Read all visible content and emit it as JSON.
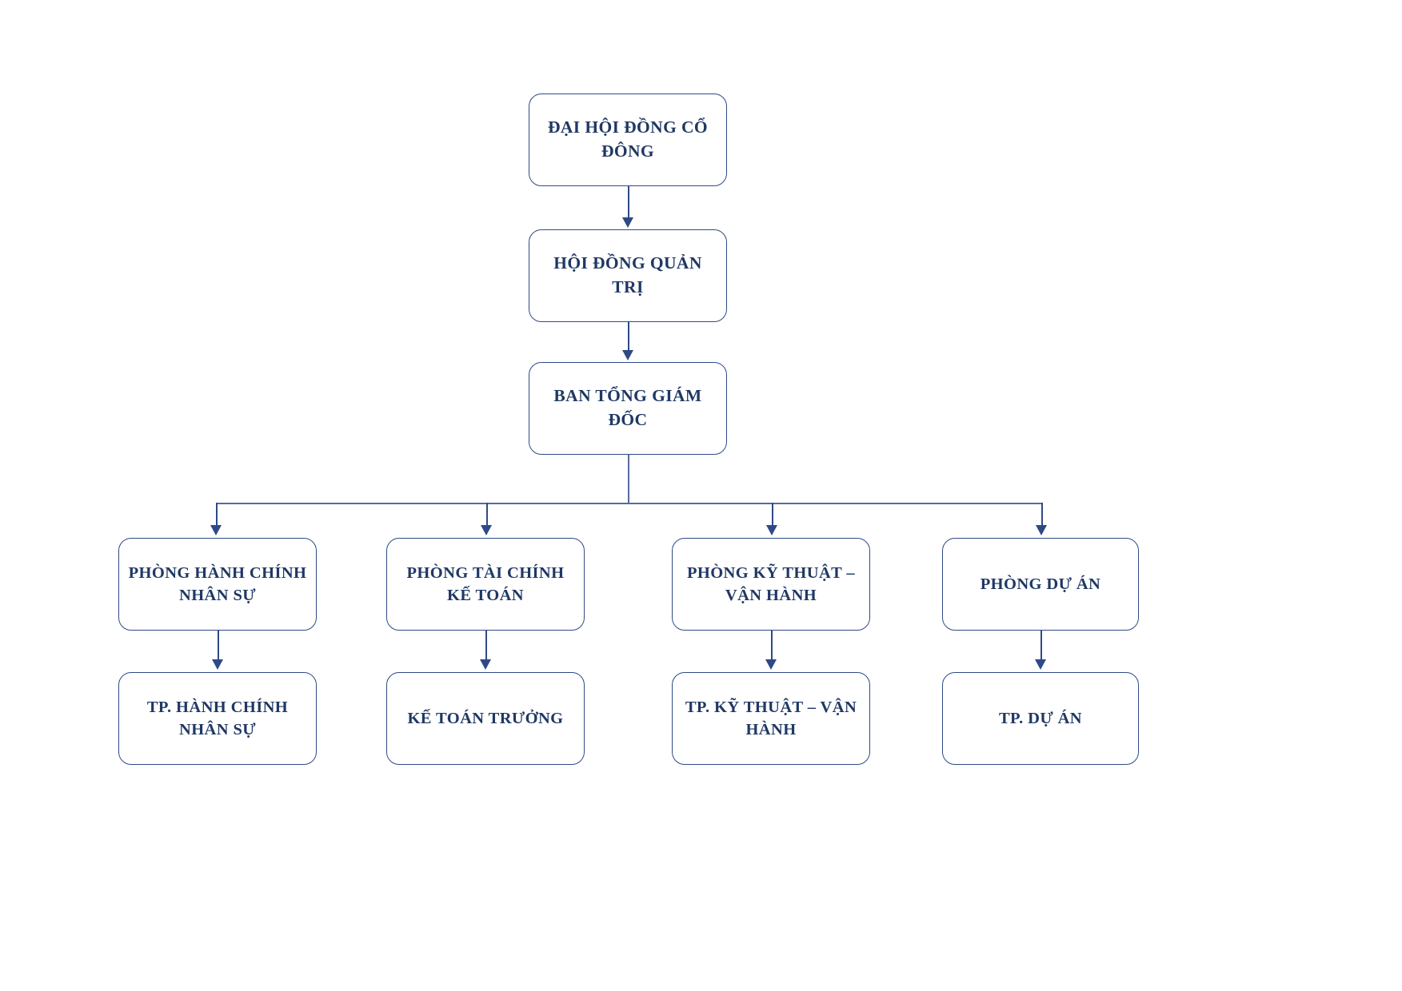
{
  "diagram": {
    "type": "org-chart",
    "title": "",
    "orientation": "top-down",
    "colors": {
      "text": "#1F3864",
      "border": "#2E4A86",
      "connector": "#2E4A86",
      "background": "#FFFFFF"
    },
    "levels": [
      {
        "level": 1,
        "nodes": [
          {
            "id": "dhdcd",
            "label": "ĐẠI HỘI ĐỒNG CỔ ĐÔNG"
          }
        ]
      },
      {
        "level": 2,
        "nodes": [
          {
            "id": "hdqt",
            "label": "HỘI ĐỒNG QUẢN TRỊ"
          }
        ]
      },
      {
        "level": 3,
        "nodes": [
          {
            "id": "btgd",
            "label": "BAN TỔNG GIÁM ĐỐC"
          }
        ]
      },
      {
        "level": 4,
        "nodes": [
          {
            "id": "phong_hcns",
            "label": "PHÒNG HÀNH CHÍNH NHÂN SỰ"
          },
          {
            "id": "phong_tckt",
            "label": "PHÒNG TÀI CHÍNH KẾ TOÁN"
          },
          {
            "id": "phong_ktvh",
            "label": "PHÒNG KỸ THUẬT – VẬN HÀNH"
          },
          {
            "id": "phong_da",
            "label": "PHÒNG DỰ ÁN"
          }
        ]
      },
      {
        "level": 5,
        "nodes": [
          {
            "id": "tp_hcns",
            "label": "TP. HÀNH CHÍNH NHÂN SỰ"
          },
          {
            "id": "ktt",
            "label": "KẾ TOÁN TRƯỞNG"
          },
          {
            "id": "tp_ktvh",
            "label": "TP. KỸ THUẬT – VẬN HÀNH"
          },
          {
            "id": "tp_da",
            "label": "TP. DỰ ÁN"
          }
        ]
      }
    ],
    "edges": [
      {
        "from": "dhdcd",
        "to": "hdqt",
        "arrow": true
      },
      {
        "from": "hdqt",
        "to": "btgd",
        "arrow": true
      },
      {
        "from": "btgd",
        "to": "phong_hcns",
        "arrow": true
      },
      {
        "from": "btgd",
        "to": "phong_tckt",
        "arrow": true
      },
      {
        "from": "btgd",
        "to": "phong_ktvh",
        "arrow": true
      },
      {
        "from": "btgd",
        "to": "phong_da",
        "arrow": true
      },
      {
        "from": "phong_hcns",
        "to": "tp_hcns",
        "arrow": true
      },
      {
        "from": "phong_tckt",
        "to": "ktt",
        "arrow": true
      },
      {
        "from": "phong_ktvh",
        "to": "tp_ktvh",
        "arrow": true
      },
      {
        "from": "phong_da",
        "to": "tp_da",
        "arrow": true
      }
    ]
  }
}
